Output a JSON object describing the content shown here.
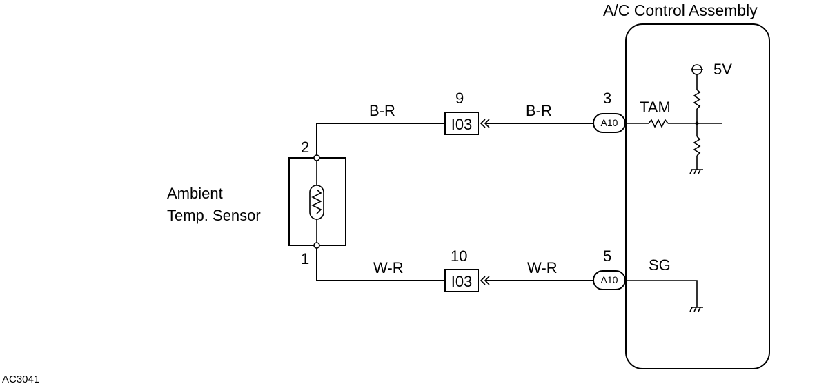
{
  "diagram": {
    "ecu_title": "A/C Control Assembly",
    "sensor_label_line1": "Ambient",
    "sensor_label_line2": "Temp. Sensor",
    "supply_voltage": "5V",
    "figure_code": "AC3041",
    "sensor_pins": {
      "top": "2",
      "bottom": "1"
    },
    "top_circuit": {
      "wire_left": "B-R",
      "wire_right": "B-R",
      "connector_pin": "9",
      "connector_id": "I03",
      "ecu_pin": "3",
      "ecu_connector": "A10",
      "ecu_terminal": "TAM"
    },
    "bottom_circuit": {
      "wire_left": "W-R",
      "wire_right": "W-R",
      "connector_pin": "10",
      "connector_id": "I03",
      "ecu_pin": "5",
      "ecu_connector": "A10",
      "ecu_terminal": "SG"
    }
  }
}
